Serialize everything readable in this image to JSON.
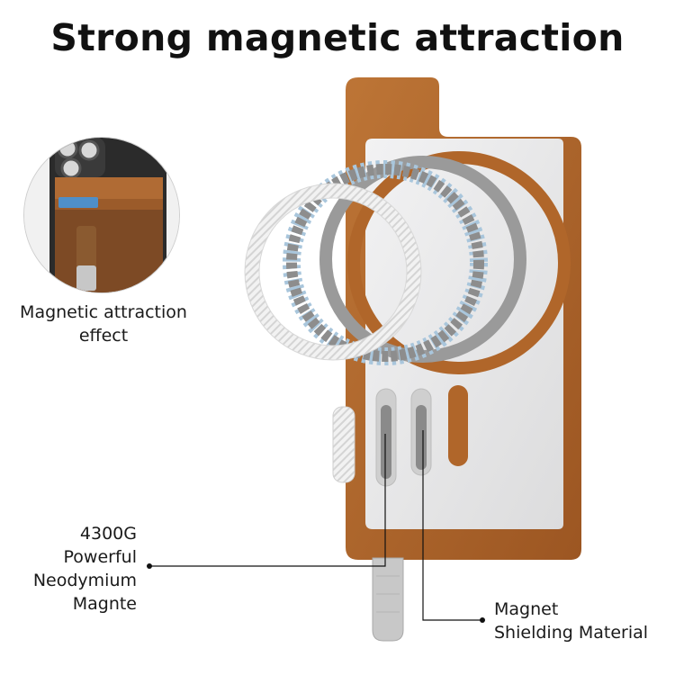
{
  "title": "Strong magnetic attraction",
  "callouts": {
    "effect": [
      "Magnetic attraction",
      "effect"
    ],
    "magnet": [
      "4300G",
      "Powerful",
      "Neodymium",
      "Magnte"
    ],
    "shielding": [
      "Magnet",
      "Shielding Material"
    ]
  },
  "colors": {
    "leather": "#b0662a",
    "plate": "#e9e9ea",
    "ring_gray": "#9a9a9a",
    "ring_white": "#f3f3f3",
    "ring_blue": "#a9c6dc"
  }
}
